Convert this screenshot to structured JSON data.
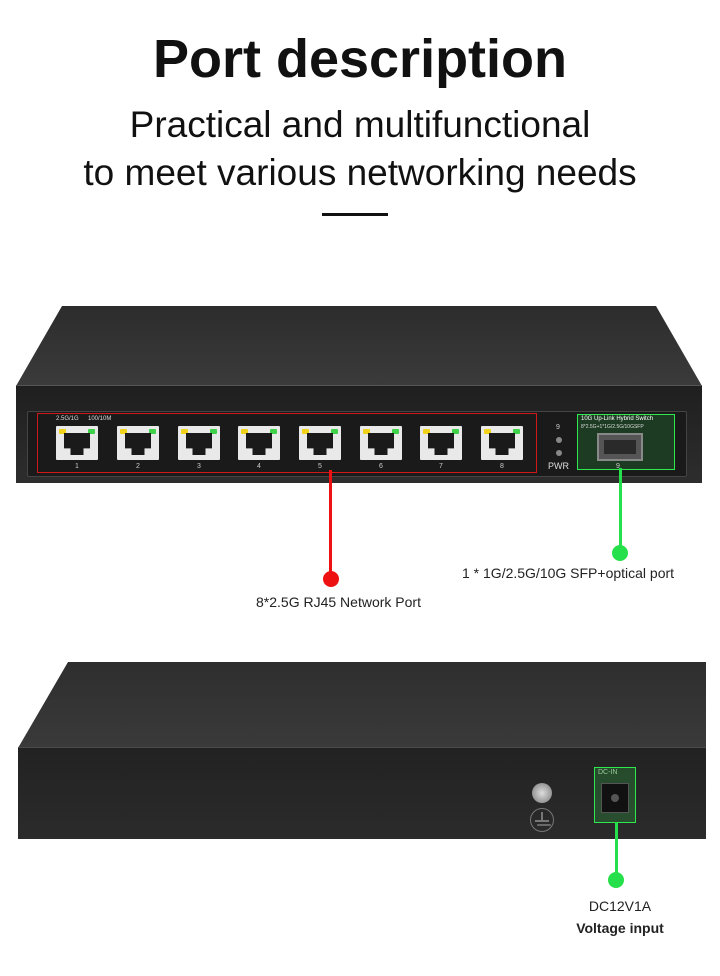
{
  "header": {
    "title": "Port description",
    "subtitle_line1": "Practical and multifunctional",
    "subtitle_line2": "to meet various networking needs"
  },
  "front_panel": {
    "speed_label_left": "2.5G/1G",
    "speed_label_right": "100/10M",
    "ports": [
      "1",
      "2",
      "3",
      "4",
      "5",
      "6",
      "7",
      "8"
    ],
    "led_number": "9",
    "pwr_label": "PWR",
    "sfp_title": "10G Up-Link Hybrid Switch",
    "sfp_subtitle": "8*2.5G+1*1G/2.5G/10GSFP",
    "sfp_port_number": "9"
  },
  "callouts": {
    "rj45_label": "8*2.5G RJ45 Network Port",
    "sfp_label": "1 * 1G/2.5G/10G SFP+optical port",
    "dc_spec": "DC12V1A",
    "dc_label": "Voltage input",
    "dc_port_marking": "DC-IN"
  },
  "colors": {
    "rj45_highlight": "#d01818",
    "sfp_highlight": "#2ee84d"
  }
}
